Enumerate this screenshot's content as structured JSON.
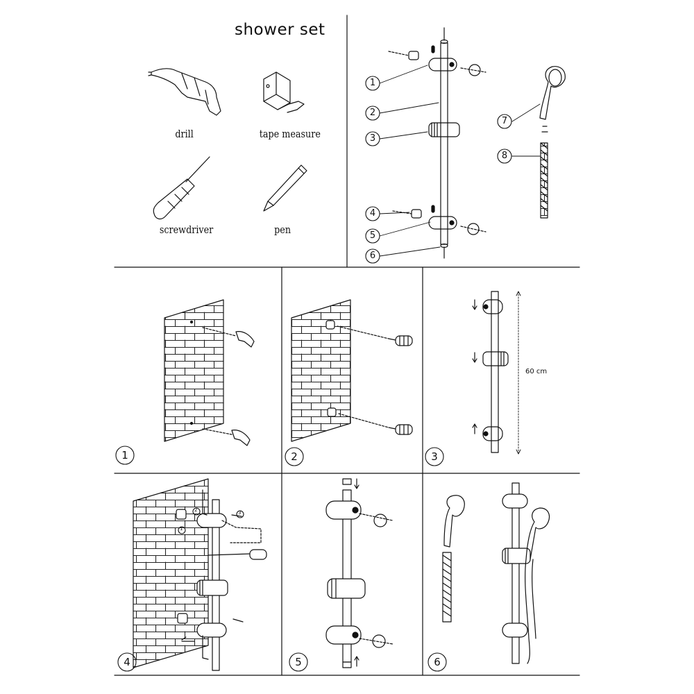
{
  "title": "shower set",
  "tools": [
    {
      "label": "drill"
    },
    {
      "label": "tape measure"
    },
    {
      "label": "screwdriver"
    },
    {
      "label": "pen"
    }
  ],
  "parts": [
    {
      "number": "1"
    },
    {
      "number": "2"
    },
    {
      "number": "3"
    },
    {
      "number": "4"
    },
    {
      "number": "5"
    },
    {
      "number": "6"
    },
    {
      "number": "7"
    },
    {
      "number": "8"
    }
  ],
  "steps": [
    {
      "number": "1"
    },
    {
      "number": "2"
    },
    {
      "number": "3"
    },
    {
      "number": "4"
    },
    {
      "number": "5"
    },
    {
      "number": "6"
    }
  ],
  "measurement": "60 cm",
  "step4_markers": [
    "1",
    "2",
    "3"
  ]
}
